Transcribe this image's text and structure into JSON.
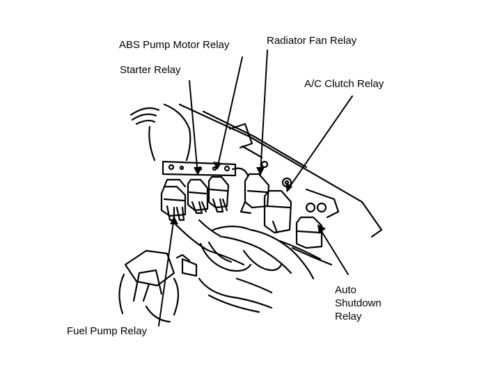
{
  "diagram": {
    "labels": {
      "abs_pump_motor_relay": "ABS Pump Motor Relay",
      "radiator_fan_relay": "Radiator Fan Relay",
      "starter_relay": "Starter Relay",
      "ac_clutch_relay": "A/C Clutch Relay",
      "auto_shutdown_line1": "Auto",
      "auto_shutdown_line2": "Shutdown",
      "auto_shutdown_line3": "Relay",
      "fuel_pump_relay": "Fuel Pump Relay"
    },
    "colors": {
      "ink": "#000000",
      "paper": "#ffffff"
    }
  }
}
